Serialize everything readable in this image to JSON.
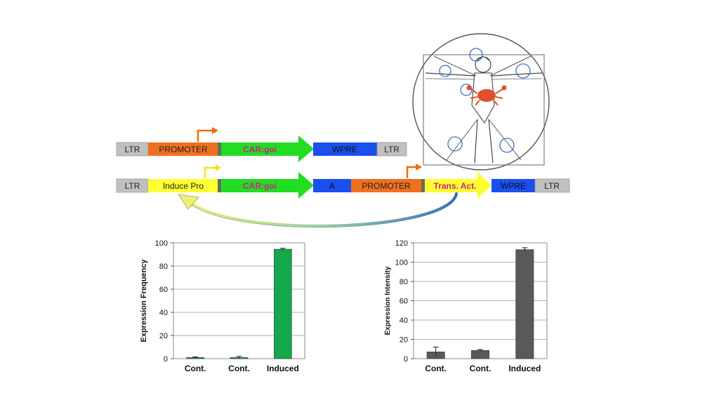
{
  "construct1": {
    "ltr_left": "LTR",
    "promoter": "PROMOTER",
    "car_goi": "CAR:goi",
    "wpre": "WPRE",
    "ltr_right": "LTR"
  },
  "construct2": {
    "ltr_left": "LTR",
    "induce_pro": "Induce Pro",
    "car_goi": "CAR:goi",
    "a": "A",
    "promoter": "PROMOTER",
    "trans_act": "Trans. Act.",
    "wpre": "WPRE",
    "ltr_right": "LTR"
  },
  "colors": {
    "ltr": "#c0c0c0",
    "promoter": "#f07020",
    "car": "#22dd22",
    "car_text": "#cc2288",
    "wpre": "#1a4ff0",
    "induce": "#ffff33",
    "trans_text": "#cc2288",
    "arrow_orange": "#f06a10",
    "arrow_yellow": "#f7e020",
    "bar_green": "#14a84c",
    "bar_gray": "#595959"
  },
  "chart_data": [
    {
      "type": "bar",
      "ylabel": "Expression Frequency",
      "categories": [
        "Cont.",
        "Cont.",
        "Induced"
      ],
      "values": [
        1,
        1,
        94.5
      ],
      "errors": [
        0.5,
        1,
        0.8
      ],
      "ylim": [
        0,
        100
      ],
      "yticks": [
        0,
        20,
        40,
        60,
        80,
        100
      ],
      "grid": true,
      "bar_color": "#14a84c"
    },
    {
      "type": "bar",
      "ylabel": "Expression Intensity",
      "categories": [
        "Cont.",
        "Cont.",
        "Induced"
      ],
      "values": [
        7,
        8.5,
        113
      ],
      "errors": [
        5,
        1,
        2
      ],
      "ylim": [
        0,
        120
      ],
      "yticks": [
        0,
        20,
        40,
        60,
        80,
        100,
        120
      ],
      "grid": true,
      "bar_color": "#595959"
    }
  ]
}
